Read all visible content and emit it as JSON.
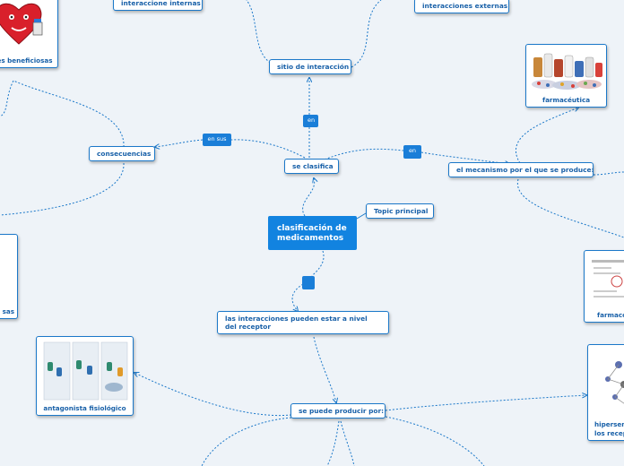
{
  "central": {
    "label": "clasificación de medicamentos"
  },
  "topic_label": "Topic principal",
  "nodes": {
    "interaccione_internas": "interaccione internas",
    "interacciones_externas": "interacciones externas",
    "sitio_de_interaccion": "sitio de interacción",
    "se_clasifica": "se clasifica",
    "consecuencias": "consecuencias",
    "mecanismo": "el mecanismo por el que se produce:",
    "receptor": "las interacciones pueden estar a nivel del receptor",
    "se_puede_producir": "se puede producir por:"
  },
  "image_nodes": {
    "beneficiosas": "es beneficiosas",
    "left_partial": "sas",
    "farmaceutica": "farmacéutica",
    "farmaco_partial": "farmaco",
    "antagonista": "antagonista fisiológico",
    "hipersen_line1": "hipersen",
    "hipersen_line2": "los recep"
  },
  "badges": {
    "en_top": "en",
    "en_sus": "en sus",
    "en_right": "en",
    "empty": ""
  },
  "colors": {
    "background": "#eef3f8",
    "accent": "#1283e0",
    "node_border": "#1b78c9",
    "node_text": "#1860a8",
    "connector": "#1b78c9"
  }
}
